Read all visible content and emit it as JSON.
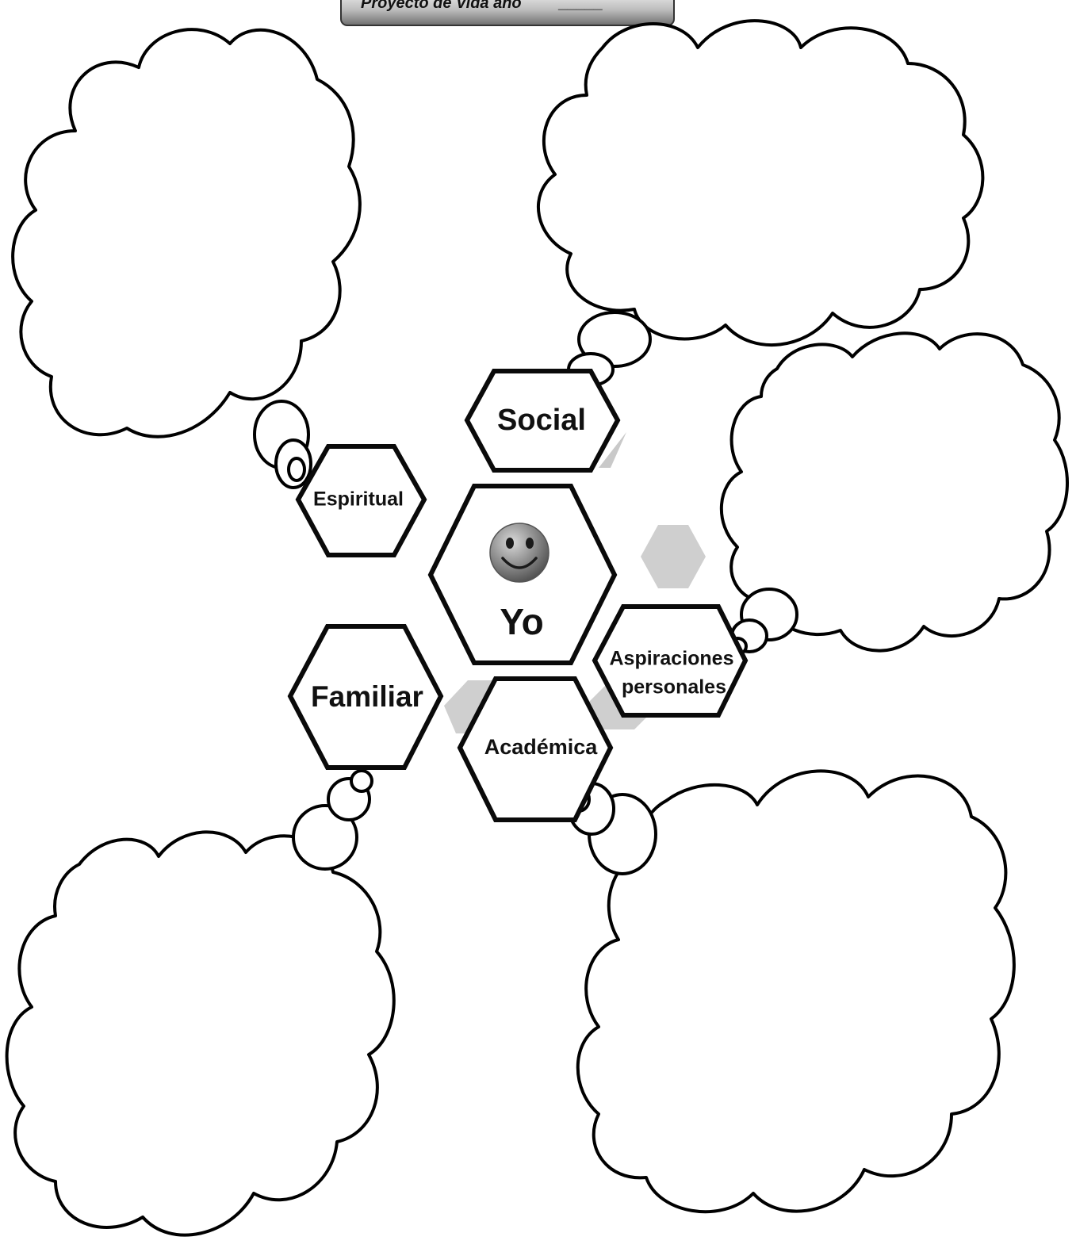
{
  "header": {
    "title": "Proyecto de Vida  año",
    "blank": "_____"
  },
  "center": {
    "label": "Yo",
    "icon": "smiley-face-icon"
  },
  "areas": [
    {
      "key": "social",
      "label": "Social"
    },
    {
      "key": "espiritual",
      "label": "Espiritual"
    },
    {
      "key": "familiar",
      "label": "Familiar"
    },
    {
      "key": "academica",
      "label": "Académica"
    },
    {
      "key": "aspiraciones",
      "label_line1": "Aspiraciones",
      "label_line2": "personales"
    }
  ],
  "colors": {
    "outline": "#000000",
    "ghost_hex": "#cfcfcf",
    "title_bar_top": "#e6e6e6",
    "title_bar_bottom": "#7a7a7a"
  }
}
